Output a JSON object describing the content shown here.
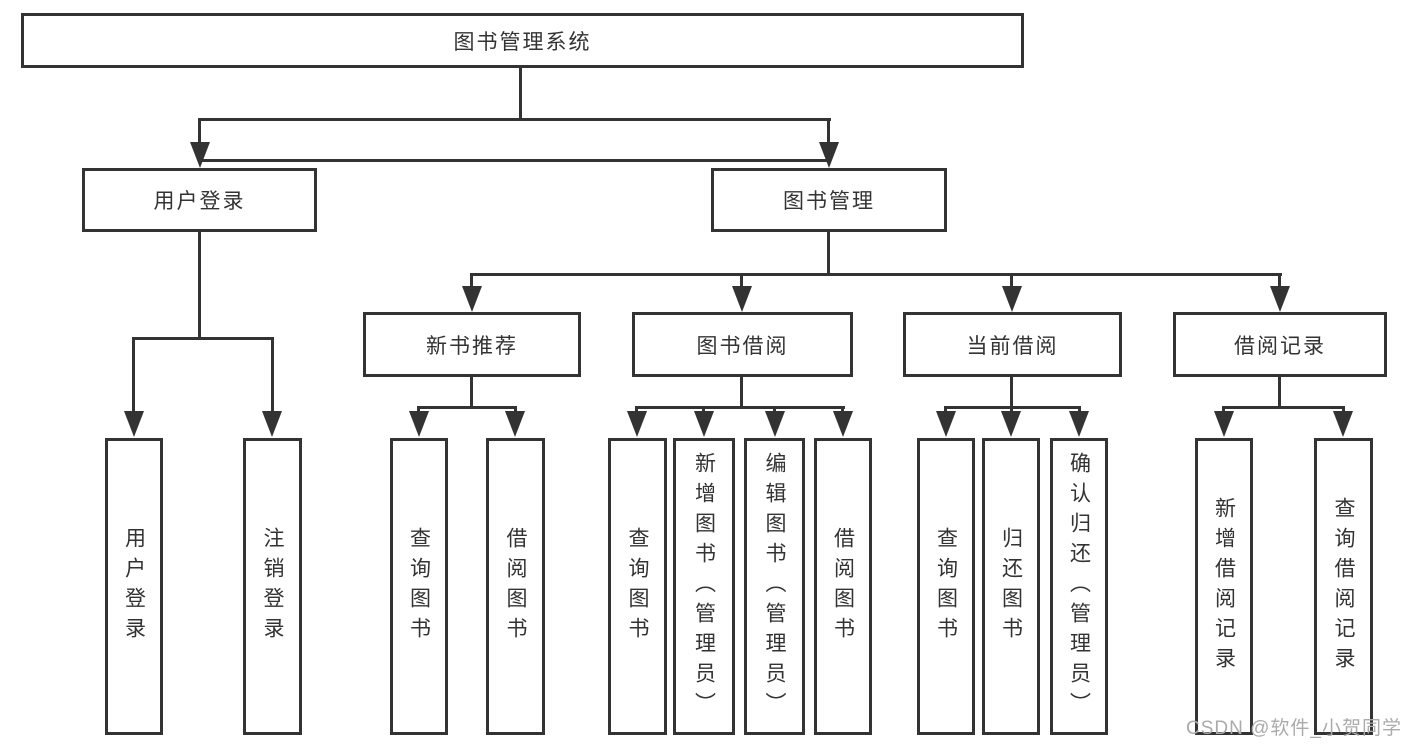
{
  "diagram": {
    "root": {
      "label": "图书管理系统"
    },
    "level2": [
      {
        "label": "用户登录"
      },
      {
        "label": "图书管理"
      }
    ],
    "level3": [
      {
        "label": "新书推荐"
      },
      {
        "label": "图书借阅"
      },
      {
        "label": "当前借阅"
      },
      {
        "label": "借阅记录"
      }
    ],
    "leaves": {
      "user": [
        "用户登录",
        "注销登录"
      ],
      "newbook": [
        "查询图书",
        "借阅图书"
      ],
      "borrow": [
        "查询图书",
        "新增图书（管理员）",
        "编辑图书（管理员）",
        "借阅图书"
      ],
      "current": [
        "查询图书",
        "归还图书",
        "确认归还（管理员）"
      ],
      "records": [
        "新增借阅记录",
        "查询借阅记录"
      ]
    }
  },
  "watermark": {
    "text": "CSDN @软件_小贺同学"
  },
  "colors": {
    "line": "#333333",
    "text": "#333333",
    "wm": "#ababab",
    "bg": "#ffffff"
  }
}
